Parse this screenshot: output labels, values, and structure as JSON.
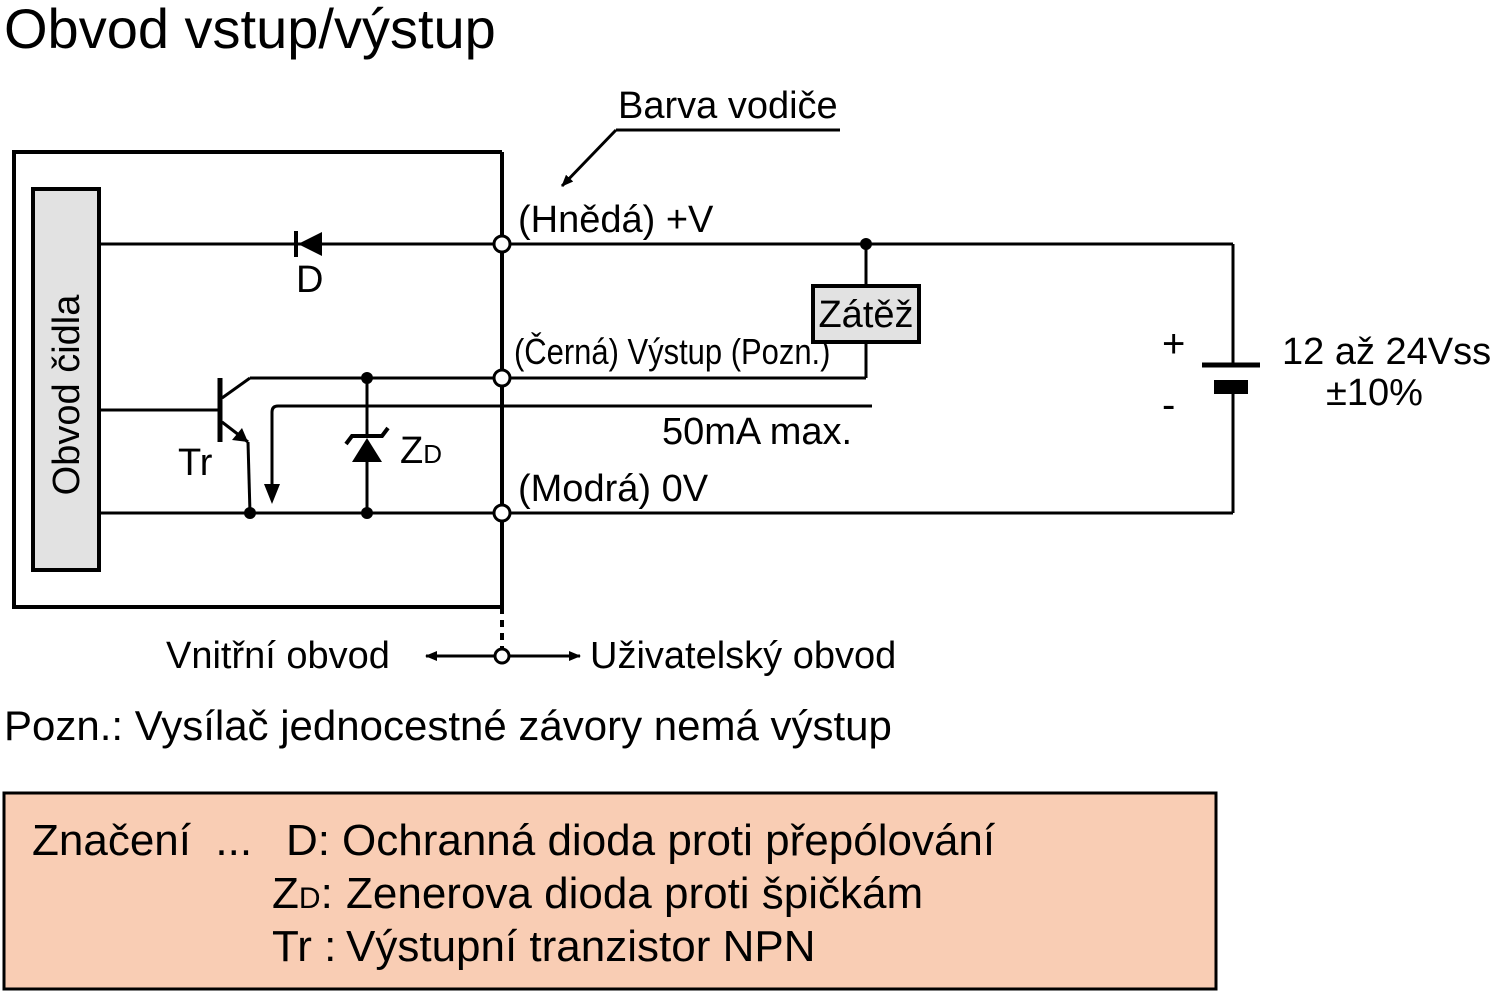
{
  "title": "Obvod vstup/výstup",
  "labels": {
    "wire_color": "Barva vodiče",
    "sensor_circuit": "Obvod čidla",
    "brown_terminal": "(Hnědá) +V",
    "black_terminal": "(Černá) Výstup (Pozn.)",
    "blue_terminal": "(Modrá) 0V",
    "diode": "D",
    "transistor": "Tr",
    "zener_main": "Z",
    "zener_sub": "D",
    "load": "Zátěž",
    "current_limit": "50mA  max.",
    "plus": "+",
    "minus": "-",
    "supply_line1": "12 až 24Vss",
    "supply_line2": "±10%",
    "internal_circuit": "Vnitřní obvod",
    "user_circuit": "Uživatelský obvod"
  },
  "note": "Pozn.: Vysílač jednocestné závory nemá výstup",
  "legend": {
    "heading": "Značení  ...",
    "rows": [
      {
        "symbol": "D",
        "symbol_sub": "",
        "sep": ":",
        "text": "Ochranná dioda proti přepólování"
      },
      {
        "symbol": "Z",
        "symbol_sub": "D",
        "sep": ":",
        "text": "Zenerova dioda proti špičkám"
      },
      {
        "symbol": "Tr",
        "symbol_sub": "",
        "sep": " :",
        "text": "Výstupní tranzistor NPN"
      }
    ],
    "background_color": "#f9cdb4"
  }
}
